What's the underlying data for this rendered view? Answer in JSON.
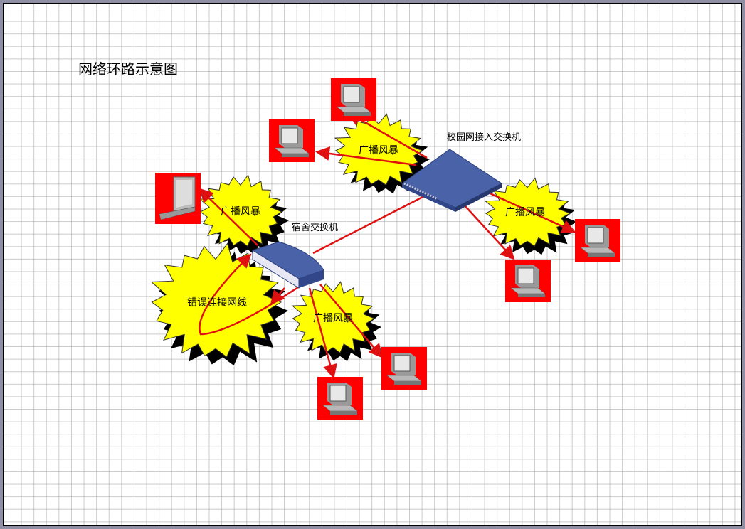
{
  "title": "网络环路示意图",
  "campus_switch_label": "校园网接入交换机",
  "dorm_switch_label": "宿舍交换机",
  "storm_label": "广播风暴",
  "wrong_cable_label": "错误连接网线",
  "colors": {
    "storm": "#ffff00",
    "link": "#e01010",
    "device_bg": "#ff0000",
    "switch": "#3f5aa0"
  }
}
